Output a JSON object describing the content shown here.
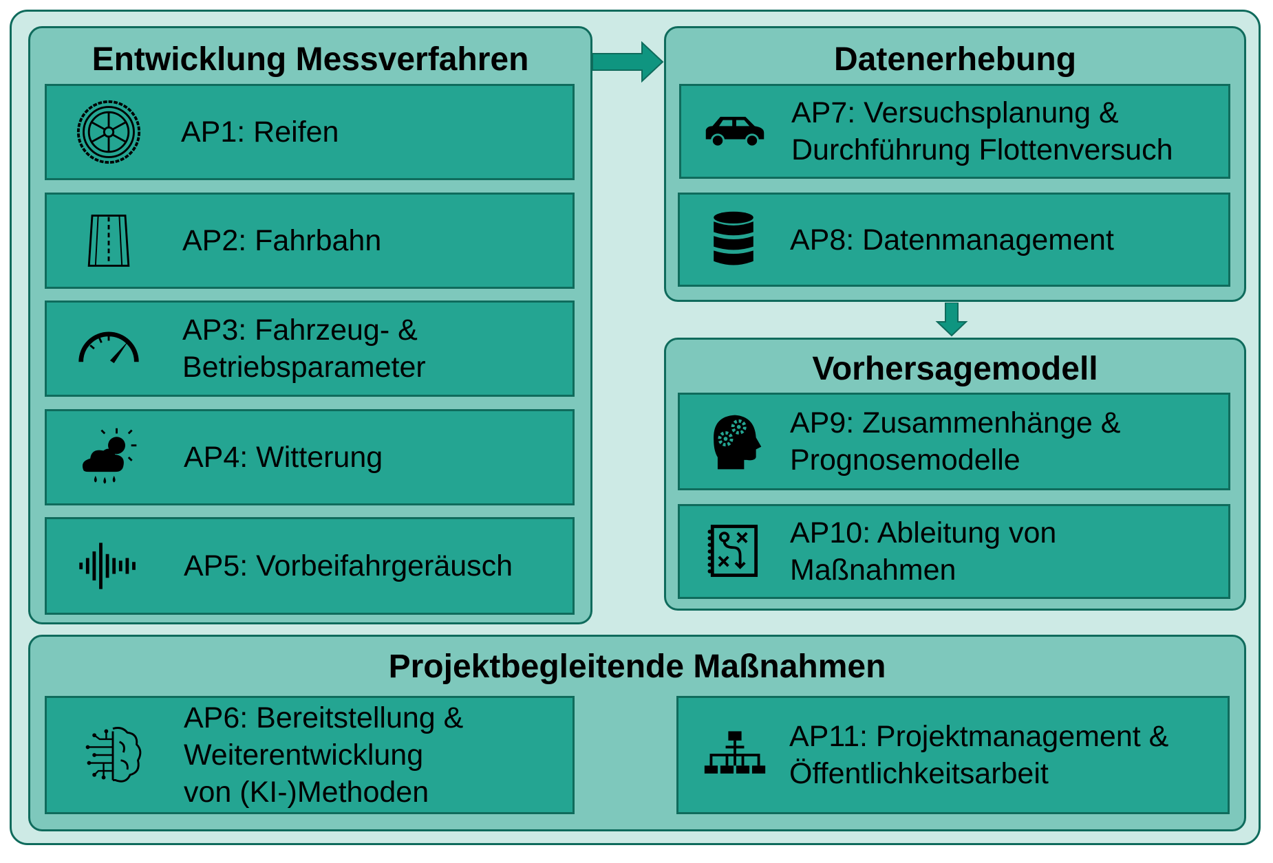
{
  "colors": {
    "background": "#cdeae5",
    "panel": "#7ec8bc",
    "item": "#24a592",
    "border": "#0f6b5c",
    "arrow": "#0f9580"
  },
  "panels": {
    "messverfahren": {
      "title": "Entwicklung Messverfahren",
      "items": [
        {
          "icon": "tire-icon",
          "line1": "AP1: Reifen",
          "line2": ""
        },
        {
          "icon": "road-icon",
          "line1": "AP2: Fahrbahn",
          "line2": ""
        },
        {
          "icon": "speedometer-icon",
          "line1": "AP3: Fahrzeug- &",
          "line2": "Betriebsparameter"
        },
        {
          "icon": "weather-icon",
          "line1": "AP4: Witterung",
          "line2": ""
        },
        {
          "icon": "soundwave-icon",
          "line1": "AP5: Vorbeifahrgeräusch",
          "line2": ""
        }
      ]
    },
    "datenerhebung": {
      "title": "Datenerhebung",
      "items": [
        {
          "icon": "car-icon",
          "line1": "AP7: Versuchsplanung &",
          "line2": "Durchführung Flottenversuch"
        },
        {
          "icon": "database-icon",
          "line1": "AP8: Datenmanagement",
          "line2": ""
        }
      ]
    },
    "vorhersage": {
      "title": "Vorhersagemodell",
      "items": [
        {
          "icon": "head-gears-icon",
          "line1": "AP9: Zusammenhänge &",
          "line2": "Prognosemodelle"
        },
        {
          "icon": "strategy-icon",
          "line1": "AP10: Ableitung von",
          "line2": "Maßnahmen"
        }
      ]
    },
    "begleitend": {
      "title": "Projektbegleitende Maßnahmen",
      "items": [
        {
          "icon": "ai-brain-icon",
          "line1": "AP6: Bereitstellung &",
          "line2": "Weiterentwicklung",
          "line3": "von (KI-)Methoden"
        },
        {
          "icon": "org-chart-icon",
          "line1": "AP11: Projektmanagement &",
          "line2": "Öffentlichkeitsarbeit"
        }
      ]
    }
  }
}
